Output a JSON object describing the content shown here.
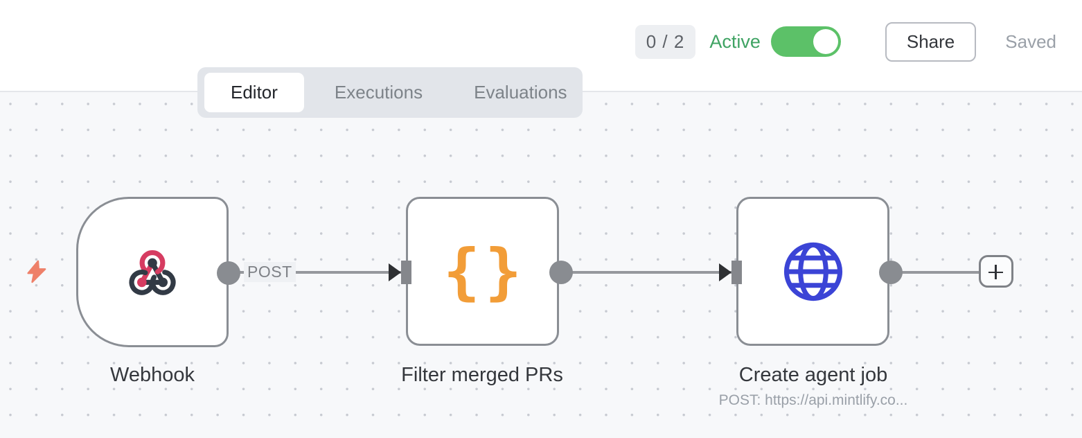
{
  "header": {
    "execution_counter": "0 / 2",
    "active_label": "Active",
    "active_state": "on",
    "share_label": "Share",
    "save_status": "Saved"
  },
  "tabs": [
    {
      "label": "Editor",
      "active": true
    },
    {
      "label": "Executions",
      "active": false
    },
    {
      "label": "Evaluations",
      "active": false
    }
  ],
  "workflow": {
    "nodes": [
      {
        "name": "Webhook",
        "kind": "webhook-trigger",
        "icon": "webhook-icon"
      },
      {
        "name": "Filter merged PRs",
        "kind": "code",
        "icon": "code-braces-icon"
      },
      {
        "name": "Create agent job",
        "kind": "http-request",
        "icon": "globe-icon",
        "subtitle": "POST: https://api.mintlify.co..."
      }
    ],
    "connections": [
      {
        "from": "Webhook",
        "to": "Filter merged PRs",
        "label": "POST"
      },
      {
        "from": "Filter merged PRs",
        "to": "Create agent job",
        "label": ""
      },
      {
        "from": "Create agent job",
        "to": "add-node-button",
        "label": ""
      }
    ],
    "braces_glyph": "{}",
    "add_button_label": "+"
  },
  "colors": {
    "toggle_green": "#5cc168",
    "active_text_green": "#3fa363",
    "webhook_pink": "#d63c61",
    "webhook_dark": "#323a45",
    "code_orange": "#f29d38",
    "http_blue": "#3b44d6",
    "trigger_bolt_coral": "#ee8069",
    "node_border_gray": "#8a8e94",
    "canvas_bg": "#f7f8fa"
  }
}
